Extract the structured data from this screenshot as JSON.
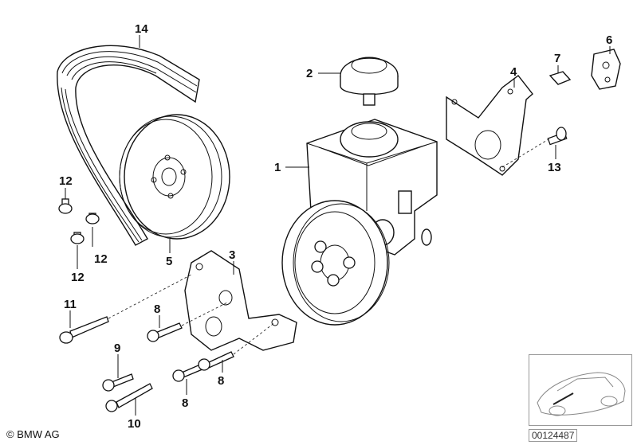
{
  "callouts": {
    "belt": "14",
    "cap": "2",
    "bracket_top": "4",
    "clip": "7",
    "plate": "6",
    "pump": "1",
    "bolt_13": "13",
    "pulley": "5",
    "bolt_12a": "12",
    "bolt_12b": "12",
    "bolt_12c": "12",
    "bracket_lower": "3",
    "bolt_11": "11",
    "bolt_8a": "8",
    "bolt_8b": "8",
    "bolt_8c": "8",
    "bolt_9": "9",
    "bolt_10": "10"
  },
  "footer": {
    "copyright": "© BMW AG",
    "image_number": "00124487"
  }
}
